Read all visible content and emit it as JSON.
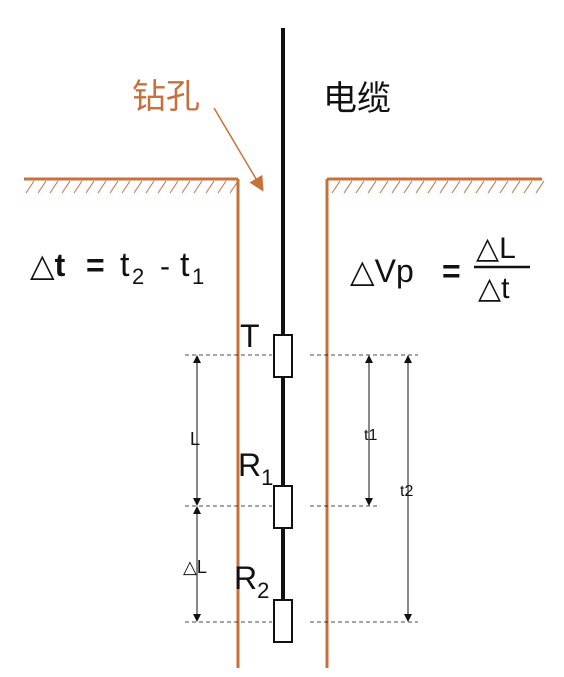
{
  "labels": {
    "borehole": "钻孔",
    "cable": "电缆",
    "transmitter": "T",
    "receiver1_base": "R",
    "receiver1_sub": "1",
    "receiver2_base": "R",
    "receiver2_sub": "2",
    "spacing": "L",
    "delta_spacing": "△L",
    "time1": "t1",
    "time2": "t2"
  },
  "formulas": {
    "delta_t": {
      "lhs_symbol": "△",
      "lhs_var": "t",
      "equals": "=",
      "t2": "t",
      "t2_sub": "2",
      "minus": "-",
      "t1": "t",
      "t1_sub": "1"
    },
    "velocity": {
      "lhs": "△Vp",
      "equals": "=",
      "numerator": "△L",
      "denominator": "△t"
    }
  },
  "colors": {
    "borehole_wall": "#C8703A",
    "cable": "#111111",
    "text": "#111111",
    "borehole_label": "#C8703A"
  }
}
